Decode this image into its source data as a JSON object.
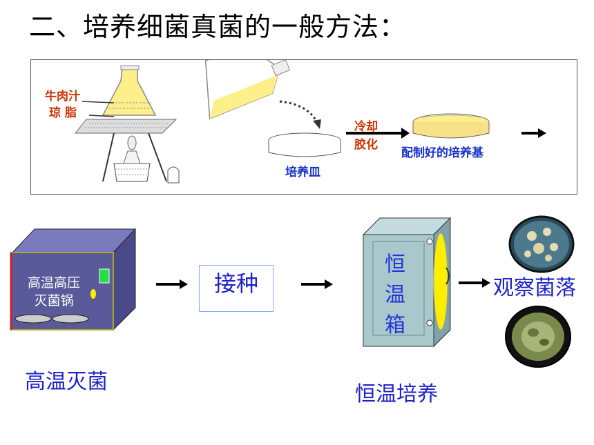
{
  "title": "二、培养细菌真菌的一般方法：",
  "top_panel": {
    "label_broth": "牛肉汁",
    "label_agar": "琼 脂",
    "label_cool": "冷却",
    "label_gel": "胶化",
    "label_dish": "培养皿",
    "label_medium": "配制好的培养基"
  },
  "steps": {
    "oven_line1": "高温高压",
    "oven_line2": "灭菌锅",
    "sterilize_caption": "高温灭菌",
    "inoculate": "接种",
    "incubator_chars": [
      "恒",
      "温",
      "箱"
    ],
    "incubate_caption": "恒温培养",
    "observe": "观察菌落"
  },
  "colors": {
    "title": "#000000",
    "red_label": "#cc3300",
    "blue_label": "#1a33cc",
    "oven_body": "#5a5a9a",
    "incubator_body": "#a8c8cc",
    "agar_yellow": "#fdf08a"
  }
}
